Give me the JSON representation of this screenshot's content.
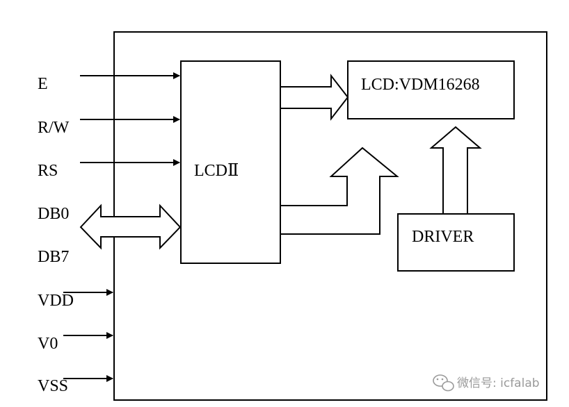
{
  "signals": {
    "e": "E",
    "rw": "R/W",
    "rs": "RS",
    "db0": "DB0",
    "db7": "DB7",
    "vdd": "VDD",
    "v0": "V0",
    "vss": "VSS"
  },
  "blocks": {
    "controller": "LCDⅡ",
    "lcd": "LCD:VDM16268",
    "driver": "DRIVER"
  },
  "watermark": {
    "text": "微信号: icfalab",
    "icon": "wechat-icon"
  },
  "colors": {
    "line": "#000000",
    "background": "#ffffff",
    "watermark": "#9a9a9a"
  }
}
